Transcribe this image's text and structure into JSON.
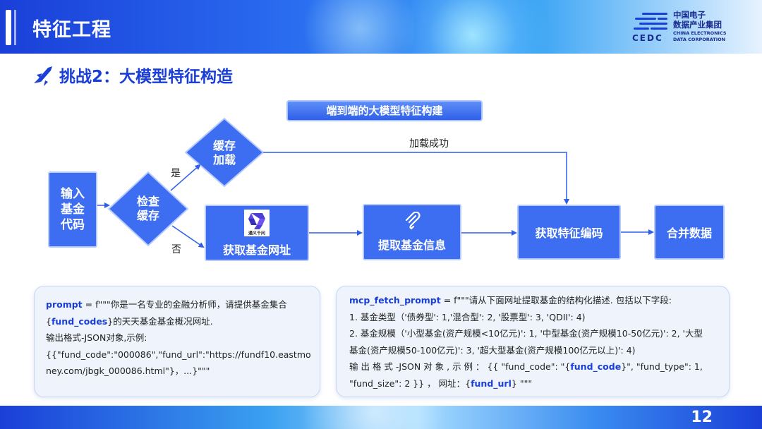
{
  "header": {
    "title": "特征工程"
  },
  "logo": {
    "zh_line1": "中国电子",
    "zh_line2": "数据产业集团",
    "en_line1": "CHINA ELECTRONICS",
    "en_line2": "DATA CORPORATION",
    "abbr": "CEDC"
  },
  "subtitle": "挑战2：大模型特征构造",
  "banner": "端到端的大模型特征构建",
  "flow": {
    "input": [
      "输入",
      "基金",
      "代码"
    ],
    "check_cache": [
      "检查",
      "缓存"
    ],
    "load_cache": [
      "缓存",
      "加载"
    ],
    "yes_label": "是",
    "no_label": "否",
    "load_success": "加载成功",
    "get_url": "获取基金网址",
    "tongyi_label": "通义千问",
    "extract_info": "提取基金信息",
    "get_encoding": "获取特征编码",
    "merge": "合并数据"
  },
  "card1": {
    "l1_kw": "prompt",
    "l1_rest": " = f\"\"\"你是一名专业的金融分析师，请提供基金集合",
    "l2_open": "{",
    "l2_kw": "fund_codes",
    "l2_rest": "}的天天基金基金概况网址.",
    "l3": "输出格式-JSON对象,示例:",
    "l4": "{{\"fund_code\":\"000086\",\"fund_url\":\"https://fundf10.eastmo",
    "l5": "ney.com/jbgk_000086.html\"}，...}\"\"\""
  },
  "card2": {
    "l1_kw": "mcp_fetch_prompt",
    "l1_rest": " = f\"\"\"请从下面网址提取基金的结构化描述. 包括以下字段:",
    "l2": "1. 基金类型（'债券型': 1,'混合型': 2, '股票型': 3, 'QDII': 4)",
    "l3": "2. 基金规模（'小型基金(资产规模<10亿元)': 1, '中型基金(资产规模10-50亿元)': 2, '大型",
    "l4": "基金(资产规模50-100亿元)': 3, '超大型基金(资产规模100亿元以上)': 4)",
    "l5_a": " 输 出 格 式 -JSON 对 象 , 示 例 ： {{ \"fund_code\": \"{",
    "l5_kw": "fund_code",
    "l5_b": "}\", \"fund_type\": 1,",
    "l6_a": "\"fund_size\": 2 }} ， 网址：{",
    "l6_kw": "fund_url",
    "l6_b": "} \"\"\""
  },
  "page_number": "12"
}
